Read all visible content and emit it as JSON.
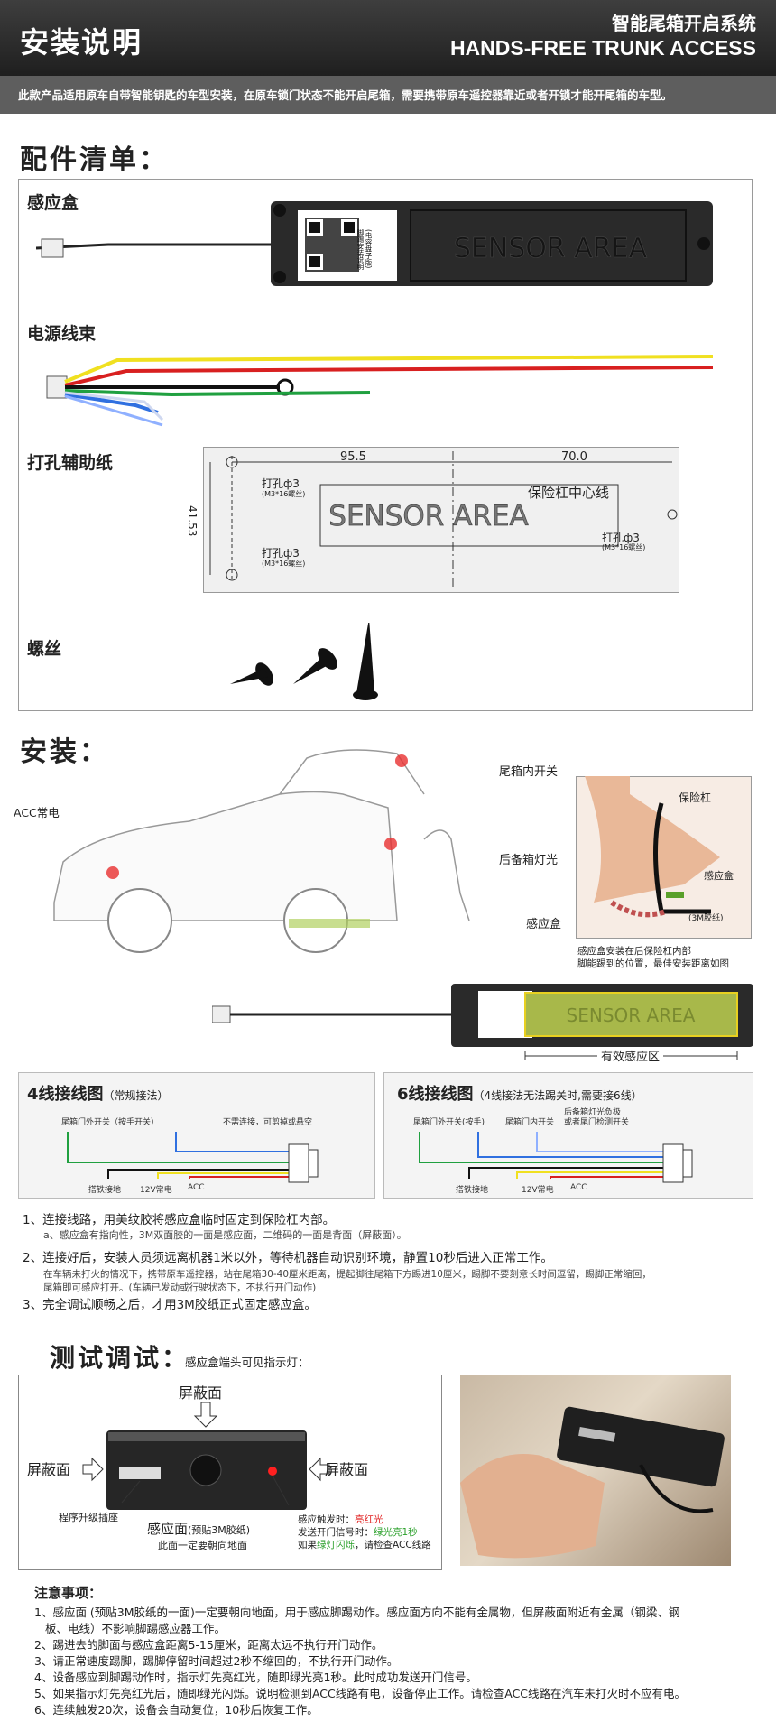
{
  "header": {
    "title": "安装说明",
    "subtitle_cn": "智能尾箱开启系统",
    "subtitle_en": "HANDS-FREE TRUNK ACCESS"
  },
  "notice": "此款产品适用原车自带智能钥匙的车型安装，在原车锁门状态不能开启尾箱，需要携带原车遥控器靠近或者开锁才能开尾箱的车型。",
  "parts": {
    "title": "配件清单：",
    "items": [
      "感应盒",
      "电源线束",
      "打孔辅助纸",
      "螺丝"
    ],
    "box_label": "SENSOR AREA",
    "qr_side_text": "(电容盘子版)\n脚踢安装说明",
    "template": {
      "dim1": "95.5",
      "dim2": "70.0",
      "dim3": "41.53",
      "hole_tl": "打孔ф3",
      "hole_bl": "打孔ф3",
      "hole_r": "打孔ф3",
      "screw_note": "(M3*16螺丝)",
      "center_line": "保险杠中心线",
      "area": "SENSOR AREA"
    }
  },
  "install": {
    "title": "安装：",
    "acc": "ACC常电",
    "trunk_switch": "尾箱内开关",
    "rear_light": "后备箱灯光",
    "sensor_box": "感应盒",
    "bumper": "保险杠",
    "inset_sensor": "感应盒",
    "tape": "(3M胶纸)",
    "inset_caption": [
      "感应盒安装在后保险杠内部",
      "脚能踢到的位置，最佳安装距离如图"
    ],
    "sensor_area": "SENSOR AREA",
    "effective": "有效感应区"
  },
  "wiring": {
    "left": {
      "title": "4线接线图",
      "sub": "（常规接法）",
      "labels": [
        "尾箱门外开关（按手开关）",
        "不需连接，可剪掉或悬空",
        "搭铁接地",
        "12V常电",
        "ACC"
      ]
    },
    "right": {
      "title": "6线接线图",
      "sub": "（4线接法无法踢关时,需要接6线）",
      "labels": [
        "尾箱门外开关(按手)",
        "尾箱门内开关",
        "后备箱灯光负极",
        "或者尾门检测开关",
        "搭铁接地",
        "12V常电",
        "ACC"
      ]
    }
  },
  "steps": [
    "1、连接线路，用美纹胶将感应盒临时固定到保险杠内部。",
    "a、感应盒有指向性，3M双面胶的一面是感应面，二维码的一面是背面（屏蔽面）。",
    "2、连接好后，安装人员须远离机器1米以外，等待机器自动识别环境，静置10秒后进入正常工作。",
    "在车辆未打火的情况下，携带原车遥控器，站在尾箱30-40厘米距离，提起脚往尾箱下方踢进10厘米，踢脚不要刻意长时间逗留，踢脚正常缩回，",
    "尾箱即可感应打开。(车辆已发动或行驶状态下，不执行开门动作)",
    "3、完全调试顺畅之后，才用3M胶纸正式固定感应盒。"
  ],
  "test": {
    "title": "测试调试：",
    "sub": "感应盒端头可见指示灯：",
    "shield_top": "屏蔽面",
    "shield_left": "屏蔽面",
    "shield_right": "屏蔽面",
    "upgrade": "程序升级插座",
    "sense_face": "感应面",
    "sense_face_sub": "(预贴3M胶纸)",
    "sense_face_note": "此面一定要朝向地面",
    "trig_a": "感应触发时：",
    "trig_b": "亮红光",
    "send_a": "发送开门信号时：",
    "send_b": "绿光亮1秒",
    "flash_a": "如果",
    "flash_b": "绿灯闪烁",
    "flash_c": "，请检查ACC线路"
  },
  "notes": {
    "title": "注意事项：",
    "items": [
      "1、感应面 (预贴3M胶纸的一面)一定要朝向地面，用于感应脚踢动作。感应面方向不能有金属物，但屏蔽面附近有金属（钢梁、钢",
      "板、电线）不影响脚踢感应器工作。",
      "2、踢进去的脚面与感应盒距离5-15厘米，距离太远不执行开门动作。",
      "3、请正常速度踢脚，踢脚停留时间超过2秒不缩回的，不执行开门动作。",
      "4、设备感应到脚踢动作时，指示灯先亮红光，随即绿光亮1秒。此时成功发送开门信号。",
      "5、如果指示灯先亮红光后，随即绿光闪烁。说明检测到ACC线路有电，设备停止工作。请检查ACC线路在汽车未打火时不应有电。",
      "6、连续触发20次，设备会自动复位，10秒后恢复工作。"
    ]
  },
  "colors": {
    "header_bg": "#2c2c2c",
    "notice_bg": "#5e5e5e",
    "sensor_green": "#9ab04a",
    "red_led": "#ff2020"
  }
}
